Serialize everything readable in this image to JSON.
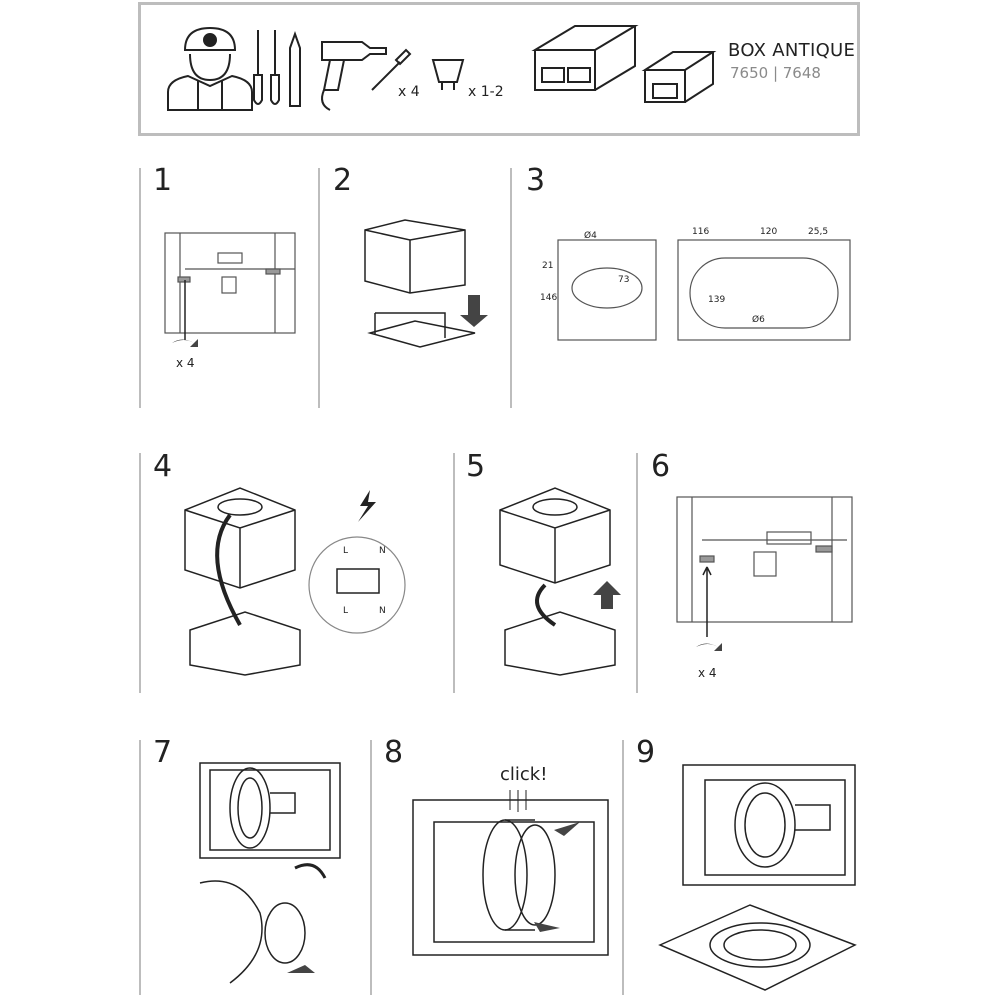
{
  "header": {
    "product_name": "BOX ANTIQUE",
    "product_codes": "7650 | 7648",
    "tool_screws_qty": "x 4",
    "tool_bulb_qty": "x 1-2"
  },
  "steps": [
    {
      "number": "1",
      "qty": "x 4"
    },
    {
      "number": "2"
    },
    {
      "number": "3",
      "dims": {
        "d1": "Ø4",
        "d2": "21",
        "d3": "146",
        "d4": "73",
        "d5": "116",
        "d6": "120",
        "d7": "25,5",
        "d8": "139",
        "d9": "Ø6"
      }
    },
    {
      "number": "4",
      "terminal_top": [
        "L",
        "N"
      ],
      "terminal_bottom": [
        "L",
        "N"
      ]
    },
    {
      "number": "5"
    },
    {
      "number": "6",
      "qty": "x 4"
    },
    {
      "number": "7"
    },
    {
      "number": "8",
      "callout": "click!"
    },
    {
      "number": "9"
    }
  ],
  "icons": [
    "electrician-icon",
    "screwdriver-icon",
    "pencil-icon",
    "drill-icon",
    "screw-anchor-icon",
    "bulb-icon",
    "lightning-icon",
    "arrow-down-icon",
    "arrow-up-icon",
    "rotate-icon"
  ]
}
